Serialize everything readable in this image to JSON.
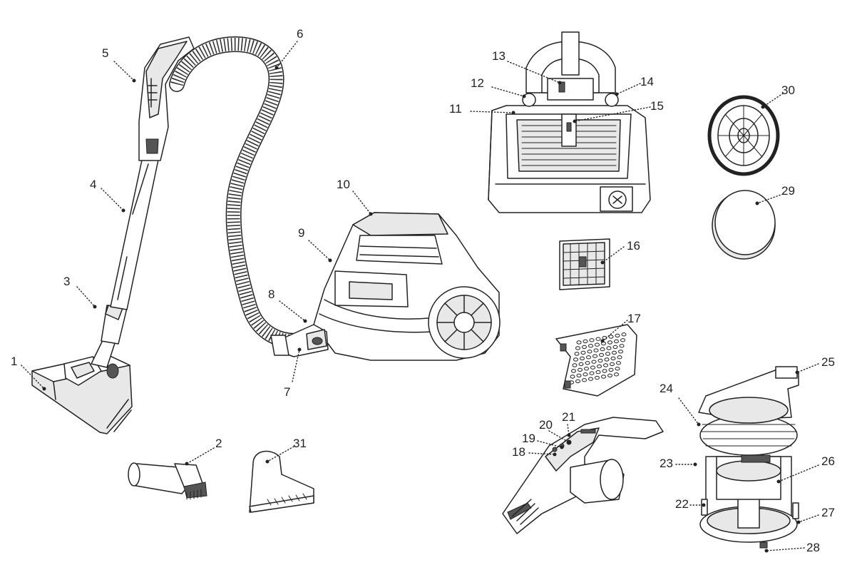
{
  "diagram": {
    "labels": [
      {
        "id": "p1",
        "text": "1"
      },
      {
        "id": "p2",
        "text": "2"
      },
      {
        "id": "p3",
        "text": "3"
      },
      {
        "id": "p4",
        "text": "4"
      },
      {
        "id": "p5",
        "text": "5"
      },
      {
        "id": "p6",
        "text": "6"
      },
      {
        "id": "p7",
        "text": "7"
      },
      {
        "id": "p8",
        "text": "8"
      },
      {
        "id": "p9",
        "text": "9"
      },
      {
        "id": "p10",
        "text": "10"
      },
      {
        "id": "p11",
        "text": "11"
      },
      {
        "id": "p12",
        "text": "12"
      },
      {
        "id": "p13",
        "text": "13"
      },
      {
        "id": "p14",
        "text": "14"
      },
      {
        "id": "p15",
        "text": "15"
      },
      {
        "id": "p16",
        "text": "16"
      },
      {
        "id": "p17",
        "text": "17"
      },
      {
        "id": "p18",
        "text": "18"
      },
      {
        "id": "p19",
        "text": "19"
      },
      {
        "id": "p20",
        "text": "20"
      },
      {
        "id": "p21",
        "text": "21"
      },
      {
        "id": "p22",
        "text": "22"
      },
      {
        "id": "p23",
        "text": "23"
      },
      {
        "id": "p24",
        "text": "24"
      },
      {
        "id": "p25",
        "text": "25"
      },
      {
        "id": "p26",
        "text": "26"
      },
      {
        "id": "p27",
        "text": "27"
      },
      {
        "id": "p28",
        "text": "28"
      },
      {
        "id": "p29",
        "text": "29"
      },
      {
        "id": "p30",
        "text": "30"
      },
      {
        "id": "p31",
        "text": "31"
      }
    ],
    "colors": {
      "ink": "#222222",
      "background": "#ffffff",
      "fill_light": "#e8e8e8"
    }
  }
}
